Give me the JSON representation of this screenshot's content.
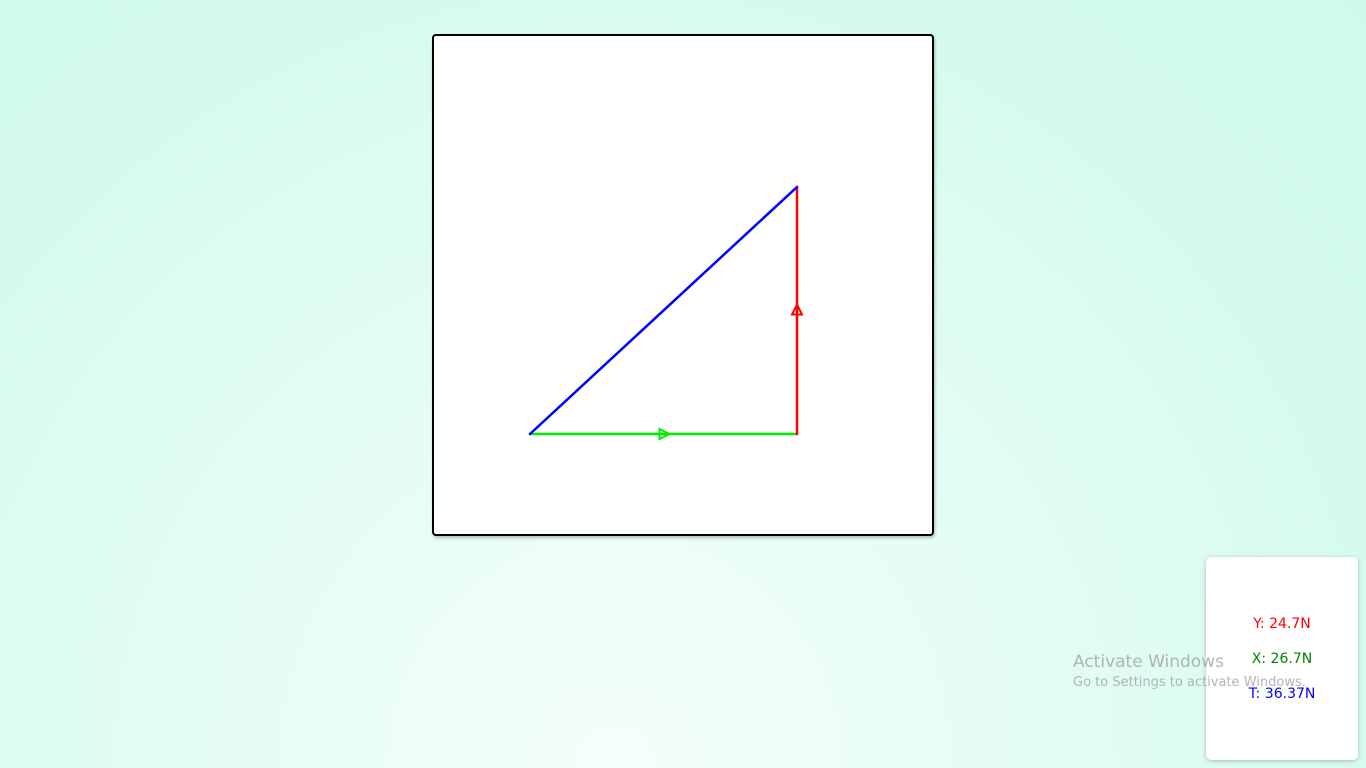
{
  "readouts": {
    "y": {
      "label": "Y: 24.7N",
      "color": "#ff0000"
    },
    "x": {
      "label": "X: 26.7N",
      "color": "#008000"
    },
    "t": {
      "label": "T: 36.37N",
      "color": "#0000ff"
    }
  },
  "vectors": {
    "x_component": {
      "value": 26.7,
      "unit": "N",
      "color": "#00ee00",
      "direction": "right"
    },
    "y_component": {
      "value": 24.7,
      "unit": "N",
      "color": "#ff0000",
      "direction": "up"
    },
    "resultant": {
      "value": 36.37,
      "unit": "N",
      "color": "#0000ff"
    }
  },
  "watermark": {
    "title": "Activate Windows",
    "subtitle": "Go to Settings to activate Windows."
  }
}
